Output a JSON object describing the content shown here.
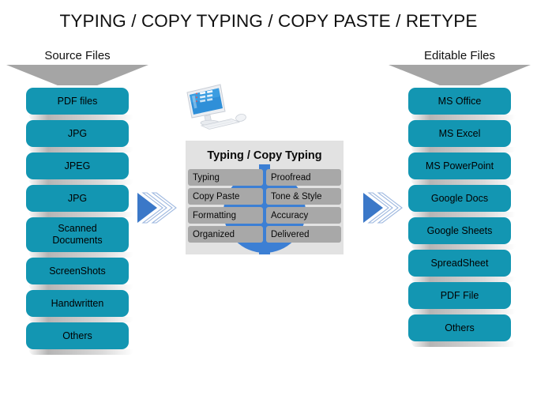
{
  "page": {
    "title": "TYPING / COPY TYPING / COPY PASTE / RETYPE",
    "background_color": "#ffffff"
  },
  "colors": {
    "pill_teal": "#1396b2",
    "funnel_gray": "#a5a5a5",
    "panel_gray": "#e2e2e2",
    "box_gray": "#a8a8a8",
    "arrow_blue": "#3b78c8"
  },
  "left_column": {
    "header_label": "Source Files",
    "items": [
      {
        "label": "PDF files"
      },
      {
        "label": "JPG"
      },
      {
        "label": "JPEG"
      },
      {
        "label": "JPG"
      },
      {
        "label": "Scanned\nDocuments",
        "line1": "Scanned",
        "line2": "Documents",
        "two_line": true
      },
      {
        "label": "ScreenShots"
      },
      {
        "label": "Handwritten"
      },
      {
        "label": "Others"
      }
    ]
  },
  "right_column": {
    "header_label": "Editable Files",
    "items": [
      {
        "label": "MS Office"
      },
      {
        "label": "MS Excel"
      },
      {
        "label": "MS PowerPoint"
      },
      {
        "label": "Google Docs"
      },
      {
        "label": "Google Sheets"
      },
      {
        "label": "SpreadSheet"
      },
      {
        "label": "PDF File"
      },
      {
        "label": "Others"
      }
    ]
  },
  "center_panel": {
    "title": "Typing / Copy Typing",
    "items": [
      {
        "label": "Typing"
      },
      {
        "label": "Proofread"
      },
      {
        "label": "Copy Paste"
      },
      {
        "label": "Tone & Style"
      },
      {
        "label": "Formatting"
      },
      {
        "label": "Accuracy"
      },
      {
        "label": "Organized"
      },
      {
        "label": "Delivered"
      }
    ]
  },
  "arrows": {
    "left_name": "right-arrow-icon",
    "right_name": "right-arrow-icon"
  },
  "illustration": {
    "name": "desktop-computer-icon"
  }
}
